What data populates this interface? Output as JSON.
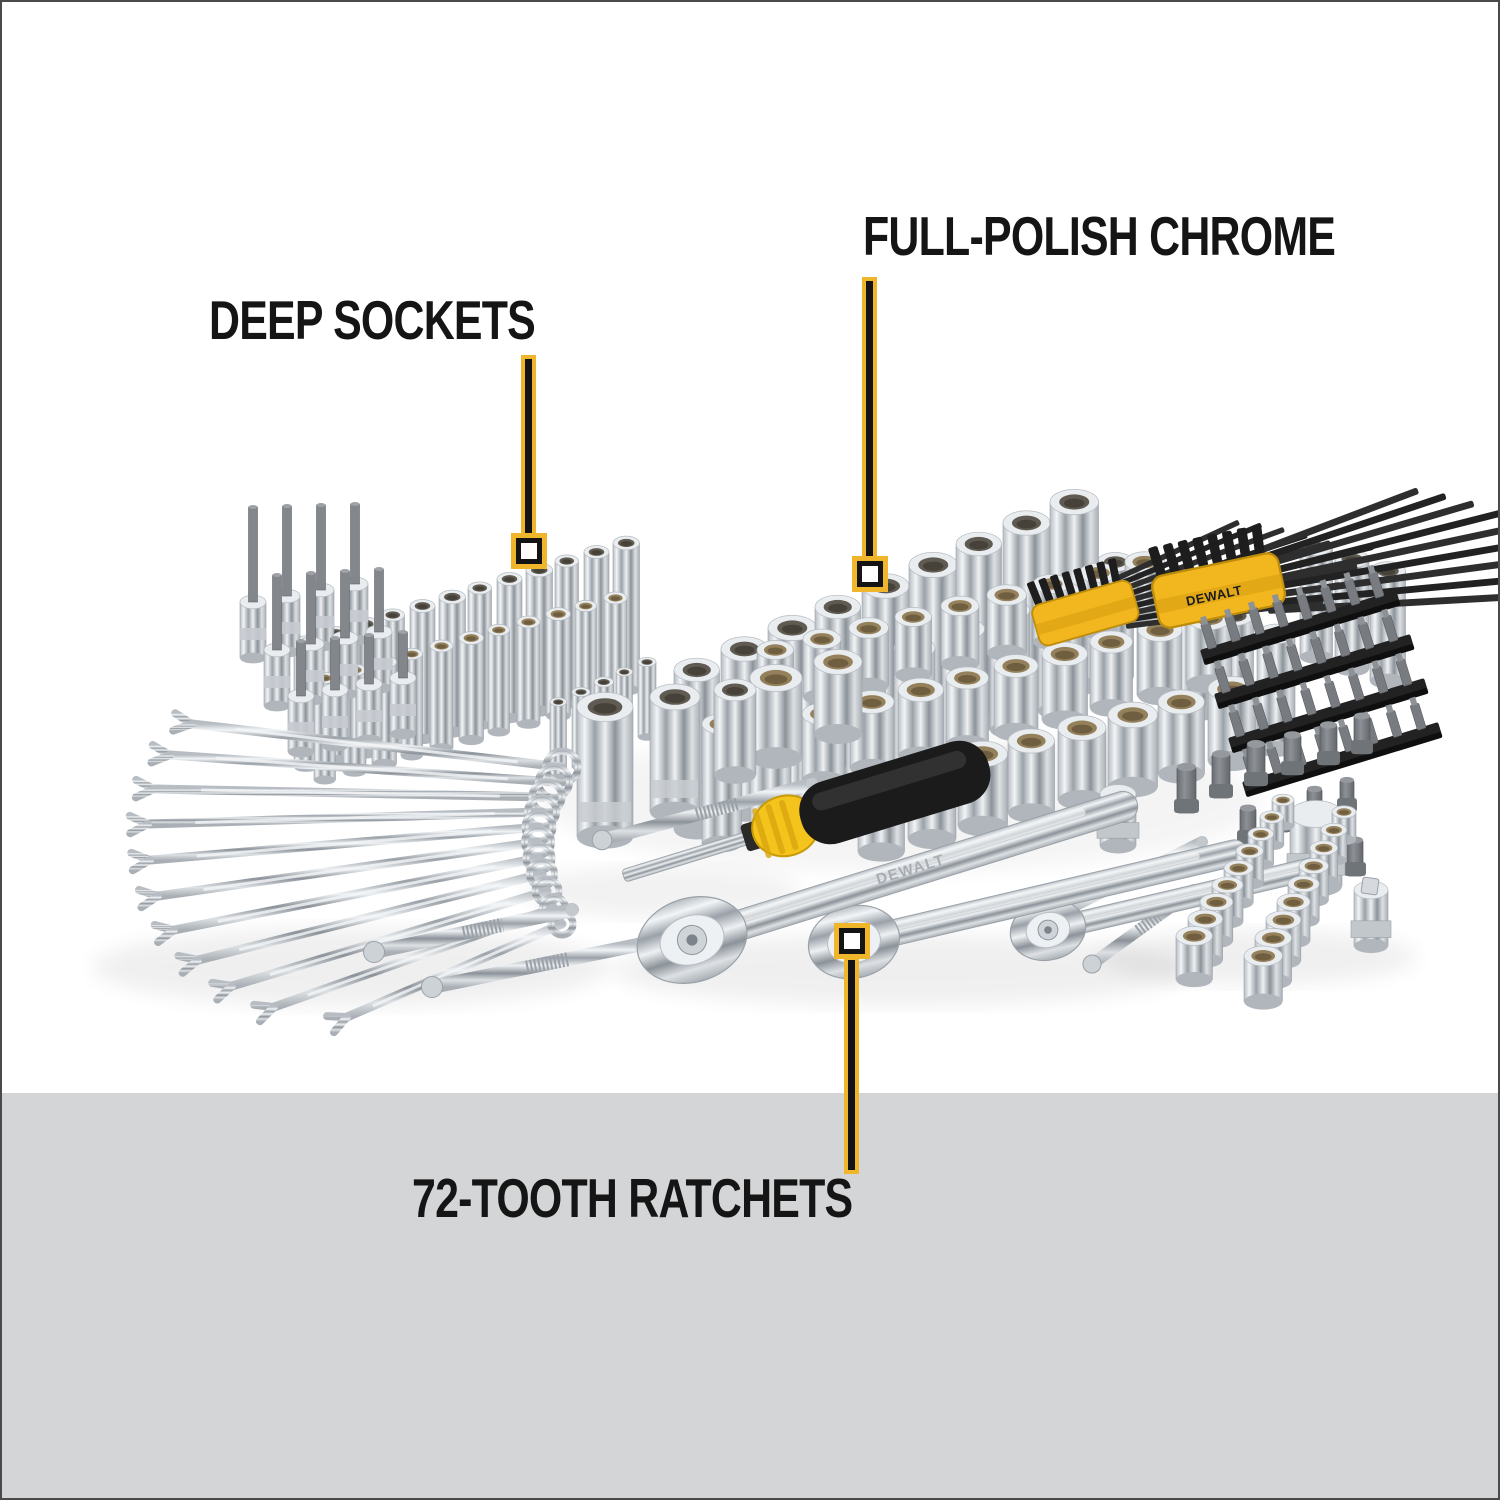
{
  "product": {
    "brand": "DEWALT"
  },
  "callouts": {
    "deep_sockets": {
      "label": "DEEP SOCKETS"
    },
    "full_polish_chrome": {
      "label": "FULL-POLISH CHROME"
    },
    "ratchets": {
      "label": "72-TOOTH RATCHETS"
    }
  },
  "theme": {
    "background": "#ffffff",
    "floor": "#d3d5d6",
    "frame_border": "#4a4a4a",
    "accent": "#efb62c",
    "line_core": "#141414",
    "label_color": "#151515"
  }
}
